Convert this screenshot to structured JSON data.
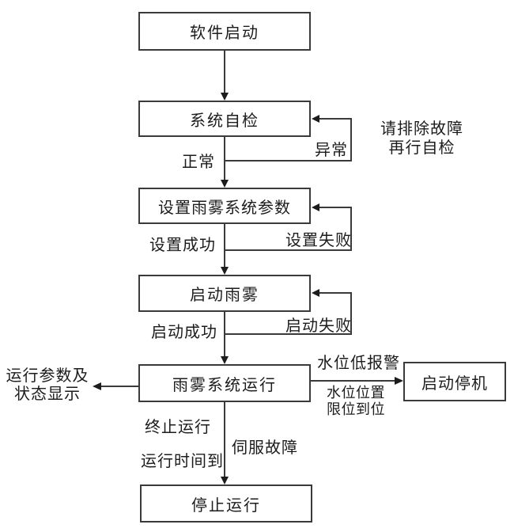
{
  "diagram": {
    "type": "flowchart",
    "background_color": "#ffffff",
    "line_color": "#3a3a3a",
    "text_color": "#1c1c1c",
    "nodes": [
      {
        "id": "software-start",
        "label": "软件启动"
      },
      {
        "id": "self-check",
        "label": "系统自检"
      },
      {
        "id": "set-params",
        "label": "设置雨雾系统参数"
      },
      {
        "id": "start-rainfog",
        "label": "启动雨雾"
      },
      {
        "id": "system-running",
        "label": "雨雾系统运行"
      },
      {
        "id": "start-shutdown",
        "label": "启动停机"
      },
      {
        "id": "stop-running",
        "label": "停止运行"
      }
    ],
    "labels": {
      "normal": "正常",
      "abnormal": "异常",
      "fault_note_line1": "请排除故障",
      "fault_note_line2": "再行自检",
      "set_success": "设置成功",
      "set_fail": "设置失败",
      "start_success": "启动成功",
      "start_fail": "启动失败",
      "params_display_line1": "运行参数及",
      "params_display_line2": "状态显示",
      "water_low_alarm": "水位低报警",
      "water_pos_line1": "水位位置",
      "water_pos_line2": "限位到位",
      "terminate": "终止运行",
      "servo_fault": "伺服故障",
      "time_up": "运行时间到"
    }
  }
}
